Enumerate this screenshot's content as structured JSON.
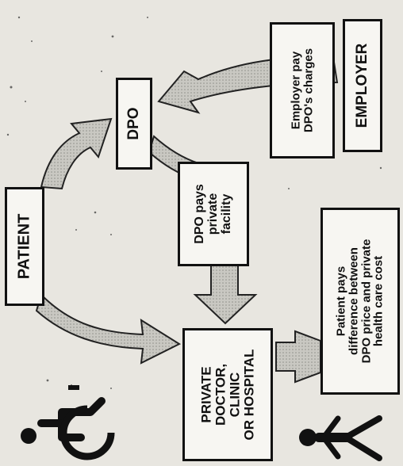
{
  "nodes": {
    "employer": "EMPLOYER",
    "employer_note": "Employer pay\nDPO's charges",
    "dpo": "DPO",
    "dpo_pays_note": "DPO pays\nprivate\nfacility",
    "patient": "PATIENT",
    "patient_pays_note": "Patient pays\ndifference between\nDPO price and private\nhealth care cost",
    "provider": "PRIVATE\nDOCTOR,\nCLINIC\nOR HOSPITAL"
  },
  "icons": [
    "wheelchair-icon",
    "person-icon"
  ],
  "colors": {
    "ink": "#111111",
    "arrow_fill": "#bdbdb7",
    "paper": "#e8e6e0"
  }
}
